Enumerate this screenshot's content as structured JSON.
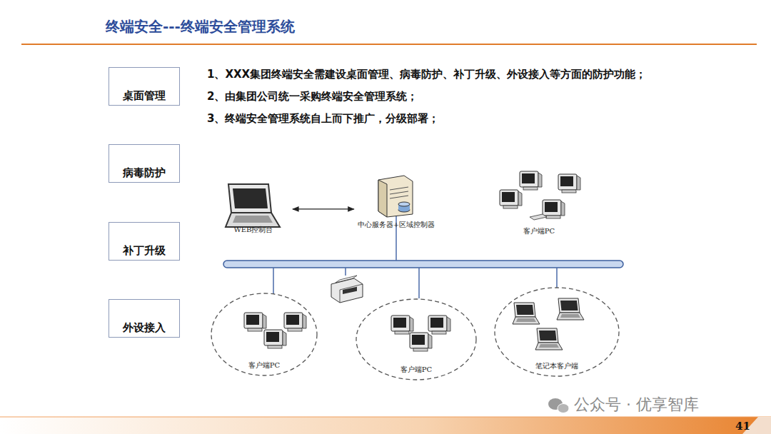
{
  "diagram": {
    "title": "终端安全---终端安全管理系统",
    "nodes": [
      {
        "text": [
          "桌面管理"
        ]
      },
      {
        "text": [
          "病毒防护"
        ]
      },
      {
        "text": [
          "补丁升级"
        ]
      },
      {
        "text": [
          "外设接入"
        ]
      },
      {
        "text": [
          "WEB控制台"
        ]
      },
      {
        "text": [
          "中心服务器+区域控制器"
        ]
      },
      {
        "text": [
          "客户端PC"
        ]
      },
      {
        "text": [
          "客户端PC"
        ]
      },
      {
        "text": [
          "客户端PC"
        ]
      },
      {
        "text": [
          "笔记本客户端"
        ]
      }
    ],
    "edges": [
      {
        "from": 4,
        "to": 5,
        "arrow": "both"
      }
    ],
    "labels": [
      "1、XXX集团终端安全需建设桌面管理、病毒防护、补丁升级、外设接入等方面的防护功能；",
      "2、由集团公司统一采购终端安全管理系统；",
      "3、终端安全管理系统自上而下推广，分级部署；",
      "41",
      "公众号 · 优享智库"
    ]
  }
}
